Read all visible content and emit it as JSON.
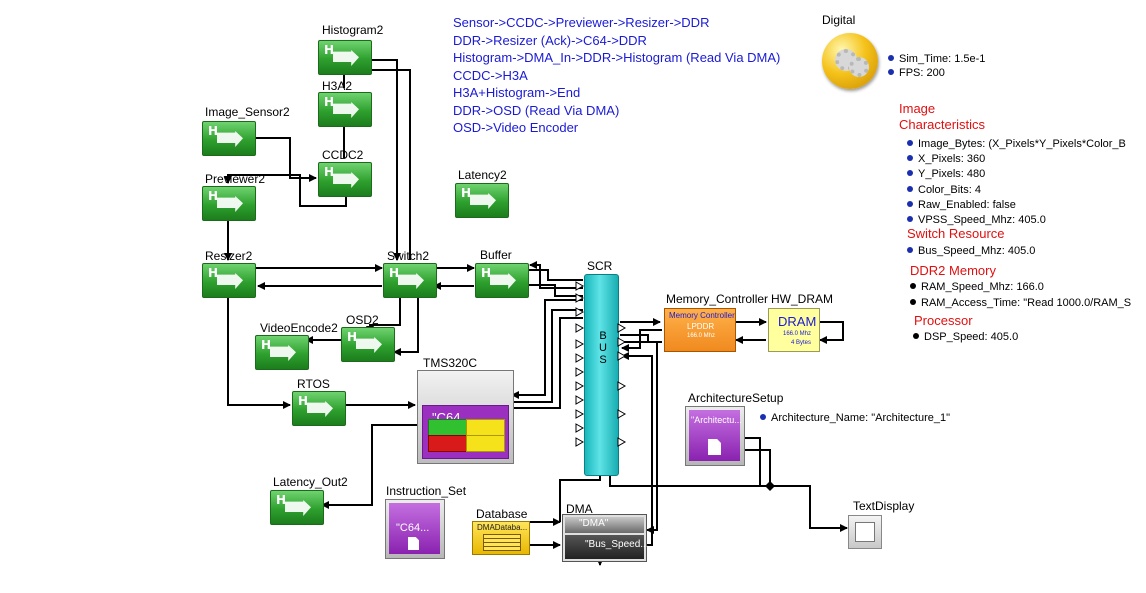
{
  "flows": [
    "Sensor->CCDC->Previewer->Resizer->DDR",
    "DDR->Resizer (Ack)->C64->DDR",
    "Histogram->DMA_In->DDR->Histogram (Read Via DMA)",
    "CCDC->H3A",
    "H3A+Histogram->End",
    "DDR->OSD (Read Via DMA)",
    "OSD->Video Encoder"
  ],
  "digital": {
    "label": "Digital",
    "sim_time": "Sim_Time: 1.5e-1",
    "fps": "FPS: 200"
  },
  "sections": {
    "image": {
      "title_line1": "Image",
      "title_line2": "Characteristics",
      "items": [
        "Image_Bytes: (X_Pixels*Y_Pixels*Color_B",
        "X_Pixels: 360",
        "Y_Pixels: 480",
        "Color_Bits: 4",
        "Raw_Enabled: false",
        "VPSS_Speed_Mhz: 405.0"
      ]
    },
    "switch": {
      "title": "Switch Resource",
      "items": [
        "Bus_Speed_Mhz: 405.0"
      ]
    },
    "ddr2": {
      "title": "DDR2 Memory",
      "items": [
        "RAM_Speed_Mhz: 166.0",
        "RAM_Access_Time: \"Read 1000.0/RAM_S"
      ]
    },
    "processor": {
      "title": "Processor",
      "items": [
        "DSP_Speed: 405.0"
      ]
    }
  },
  "blocks": {
    "histogram2": "Histogram2",
    "h3a2": "H3A2",
    "image_sensor2": "Image_Sensor2",
    "ccdc2": "CCDC2",
    "previewer2": "Previewer2",
    "latency2": "Latency2",
    "resizer2": "Resizer2",
    "switch2": "Switch2",
    "buffer": "Buffer",
    "scr": "SCR",
    "videoencode2": "VideoEncode2",
    "osd2": "OSD2",
    "tms320c": "TMS320C",
    "rtos": "RTOS",
    "latency_out2": "Latency_Out2",
    "instruction_set": "Instruction_Set",
    "database": "Database",
    "dma": "DMA",
    "memory_controller": "Memory_Controller",
    "hw_dram": "HW_DRAM",
    "architecture_setup": "ArchitectureSetup",
    "text_display": "TextDisplay"
  },
  "inner": {
    "bus_text": "BUS",
    "c64_tms": "\"C64...",
    "c64_instr": "\"C64...",
    "dma_top": "\"DMA\"",
    "dma_bottom": "\"Bus_Speed...",
    "memctrl_title": "Memory Controller",
    "memctrl_type": "LPDDR",
    "memctrl_speed": "166.0 Mhz",
    "dram_title": "DRAM",
    "dram_speed": "166.0 Mhz",
    "dram_bytes": "4  Bytes",
    "arch_inner": "\"Architectu...",
    "db_inner": "DMADataba..."
  },
  "architecture": {
    "param": "Architecture_Name: \"Architecture_1\""
  },
  "colors": {
    "flow_text": "#1a1ad6",
    "section_title": "#e01010",
    "param_dot": "#1a2fb0",
    "hier_block": "#2ea02e",
    "bus": "#1fc4c8",
    "memory_controller": "#f08a1e",
    "dram": "#ffff9e",
    "purple_block": "#9b2fbf"
  }
}
